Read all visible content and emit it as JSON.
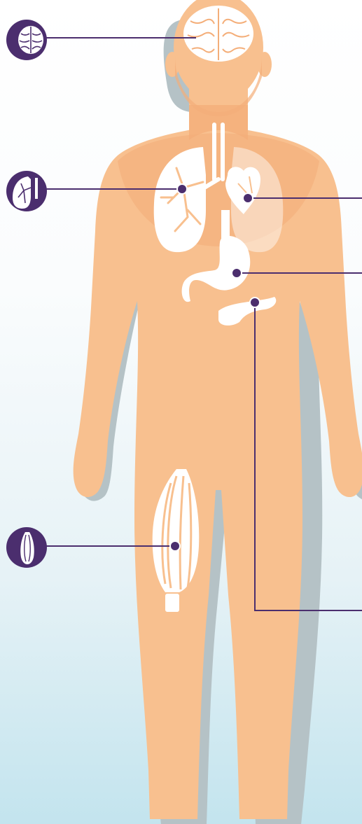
{
  "colors": {
    "accent": "#4b2e6e",
    "skin": "#f8c08f",
    "skin_shade": "#f4ae79",
    "shadow": "#b5c2c6",
    "organ": "#ffffff",
    "background_top": "#ffffff",
    "background_bottom": "#c3e4ee"
  },
  "figure": {
    "description_free": true
  },
  "icons": [
    {
      "id": "brain",
      "icon": "brain-icon"
    },
    {
      "id": "lungs",
      "icon": "lung-icon"
    },
    {
      "id": "muscle",
      "icon": "muscle-icon"
    }
  ],
  "organs": [
    "brain",
    "lungs",
    "heart",
    "stomach",
    "pancreas",
    "thigh-muscle"
  ]
}
